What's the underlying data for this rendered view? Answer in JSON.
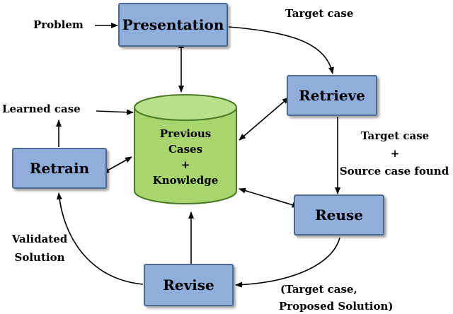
{
  "nodes": {
    "presentation": "Presentation",
    "retrieve": "Retrieve",
    "reuse": "Reuse",
    "revise": "Revise",
    "retrain": "Retrain"
  },
  "database": {
    "line1": "Previous",
    "line2": "Cases",
    "line3": "+",
    "line4": "Knowledge"
  },
  "labels": {
    "problem": "Problem",
    "target_case_top": "Target case",
    "learned_case": "Learned case",
    "target_case_mid": "Target case",
    "plus": "+",
    "source_case_found": "Source case found",
    "validated": "Validated",
    "solution": "Solution",
    "target_case_paren": "(Target case,",
    "proposed_solution": "Proposed Solution)"
  },
  "colors": {
    "box_fill": "#8faedc",
    "box_border": "#4c6b92",
    "database_fill": "#a8d56e",
    "database_border": "#4a7a25",
    "arrow": "#000000"
  }
}
